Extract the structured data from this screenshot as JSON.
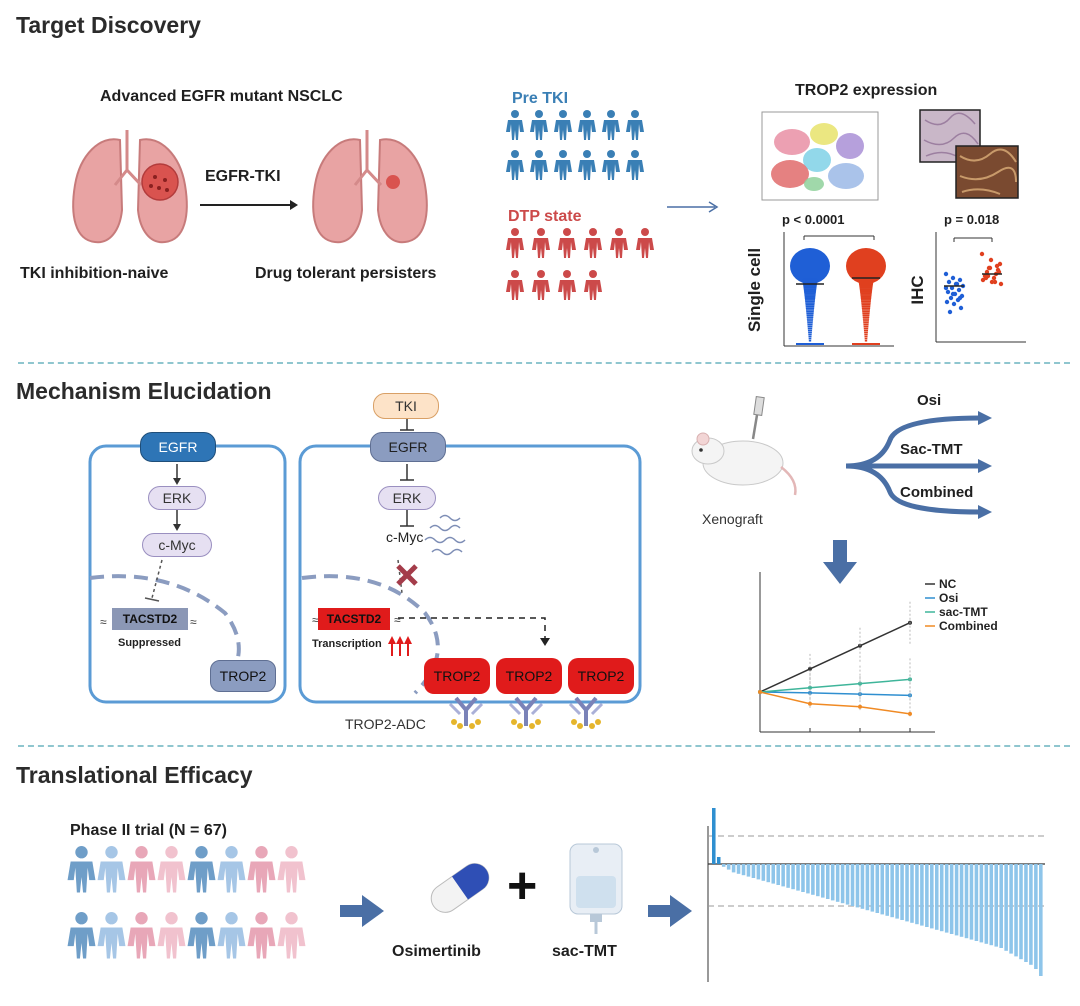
{
  "sections": {
    "target_discovery": "Target Discovery",
    "mechanism": "Mechanism Elucidation",
    "translational": "Translational Efficacy"
  },
  "target": {
    "cohort_title": "Advanced EGFR mutant NSCLC",
    "treatment_arrow": "EGFR-TKI",
    "left_state": "TKI inhibition-naive",
    "right_state": "Drug tolerant persisters",
    "pre_tki": "Pre TKI",
    "dtp_state": "DTP state",
    "expression_title": "TROP2 expression",
    "single_cell_p": "p < 0.0001",
    "single_cell_label": "Single cell",
    "ihc_p": "p = 0.018",
    "ihc_label": "IHC",
    "colors": {
      "pre": "#3a7fb5",
      "dtp": "#cc4a4a"
    }
  },
  "mechanism": {
    "left_cell": {
      "egfr": "EGFR",
      "erk": "ERK",
      "cmyc": "c-Myc",
      "gene": "TACSTD2",
      "gene_state": "Suppressed",
      "surface": "TROP2"
    },
    "right_cell": {
      "tki": "TKI",
      "egfr": "EGFR",
      "erk": "ERK",
      "cmyc": "c-Myc",
      "gene": "TACSTD2",
      "gene_state": "Transcription",
      "surface": [
        "TROP2",
        "TROP2",
        "TROP2"
      ]
    },
    "adc_label": "TROP2-ADC",
    "model_label": "Xenograft",
    "arms": [
      "Osi",
      "Sac-TMT",
      "Combined"
    ],
    "legend": [
      "NC",
      "Osi",
      "sac-TMT",
      "Combined"
    ],
    "colors": {
      "nc": "#333333",
      "osi": "#2f8fd0",
      "sac": "#3fb59a",
      "combined": "#f08a24",
      "egfr": "#2e75b6",
      "trop2_red": "#e01b1b"
    }
  },
  "translational": {
    "trial_label": "Phase II trial (N = 67)",
    "drug1": "Osimertinib",
    "plus": "+",
    "drug2": "sac-TMT"
  },
  "chart_data": [
    {
      "type": "scatter",
      "title": "",
      "ylabel": "Single cell",
      "categories": [
        "Pre TKI",
        "DTP state"
      ],
      "annotation": "p < 0.0001"
    },
    {
      "type": "scatter",
      "title": "",
      "ylabel": "IHC",
      "categories": [
        "Pre TKI",
        "DTP state"
      ],
      "annotation": "p = 0.018"
    },
    {
      "type": "line",
      "x": [
        0,
        1,
        2,
        3
      ],
      "series": [
        {
          "name": "NC",
          "values": [
            1.0,
            1.55,
            2.1,
            2.65
          ]
        },
        {
          "name": "Osi",
          "values": [
            1.0,
            0.98,
            0.95,
            0.92
          ]
        },
        {
          "name": "sac-TMT",
          "values": [
            1.0,
            1.1,
            1.2,
            1.3
          ]
        },
        {
          "name": "Combined",
          "values": [
            1.0,
            0.72,
            0.65,
            0.48
          ]
        }
      ]
    },
    {
      "type": "bar",
      "title": "",
      "values": [
        0.4,
        0.05,
        -0.02,
        -0.04,
        -0.06,
        -0.07,
        -0.08,
        -0.09,
        -0.1,
        -0.11,
        -0.12,
        -0.13,
        -0.14,
        -0.15,
        -0.16,
        -0.17,
        -0.18,
        -0.19,
        -0.2,
        -0.21,
        -0.22,
        -0.23,
        -0.24,
        -0.25,
        -0.26,
        -0.27,
        -0.28,
        -0.29,
        -0.3,
        -0.31,
        -0.32,
        -0.33,
        -0.34,
        -0.35,
        -0.36,
        -0.37,
        -0.38,
        -0.39,
        -0.4,
        -0.41,
        -0.42,
        -0.43,
        -0.44,
        -0.45,
        -0.46,
        -0.47,
        -0.48,
        -0.49,
        -0.5,
        -0.51,
        -0.52,
        -0.53,
        -0.54,
        -0.55,
        -0.56,
        -0.57,
        -0.58,
        -0.59,
        -0.6,
        -0.62,
        -0.64,
        -0.66,
        -0.68,
        -0.7,
        -0.72,
        -0.75,
        -0.8
      ],
      "reference_lines": [
        0.2,
        -0.3
      ]
    }
  ]
}
